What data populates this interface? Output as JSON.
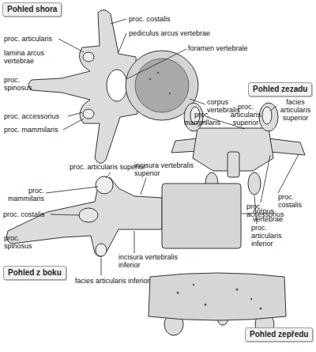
{
  "diagram": {
    "nodes": [
      {
        "text": [
          "Pohled shora"
        ]
      },
      {
        "text": [
          "Pohled zezadu"
        ]
      },
      {
        "text": [
          "Pohled z boku"
        ]
      },
      {
        "text": [
          "Pohled zepředu"
        ]
      }
    ],
    "labels": [
      "proc. costalis",
      "proc. articularis",
      "pediculus arcus vertebrae",
      "lamina arcus vertebrae",
      "foramen vertebrale",
      "proc. spinosus",
      "corpus vertebralis",
      "proc. accessorius",
      "proc. mammilaris",
      "proc. articularis superior",
      "facies articularis superior",
      "proc. mammilaris",
      "proc. costalis",
      "proc. accessorius",
      "proc. articularis inferior",
      "proc. articularis superior",
      "incisura vertebralis superior",
      "proc. mammilaris",
      "proc. costalis",
      "corpus vertebrae",
      "proc. spinosus",
      "incisura vertebralis inferior",
      "facies articularis inferior"
    ]
  }
}
